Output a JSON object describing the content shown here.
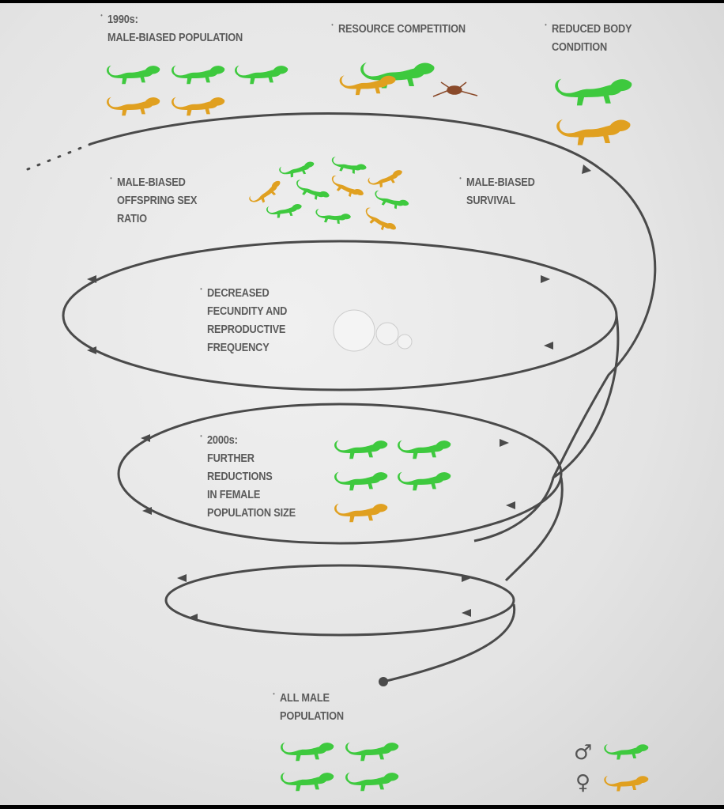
{
  "labels": {
    "start": "1990s:\nMALE-BIASED POPULATION",
    "resource": "RESOURCE COMPETITION",
    "body": "REDUCED BODY\nCONDITION",
    "offspring": "MALE-BIASED\nOFFSPRING SEX\nRATIO",
    "survival": "MALE-BIASED\nSURVIVAL",
    "fecundity": "DECREASED\nFECUNDITY AND\nREPRODUCTIVE\nFREQUENCY",
    "y2000": "2000s:\nFURTHER\nREDUCTIONS\nIN FEMALE\nPOPULATION SIZE",
    "end": "ALL MALE\nPOPULATION"
  },
  "legend": {
    "male_symbol": "♂",
    "female_symbol": "♀"
  },
  "colors": {
    "male": "#3ec93e",
    "female": "#e0a020",
    "line": "#4a4a4a",
    "spider": "#8a4a2a"
  }
}
